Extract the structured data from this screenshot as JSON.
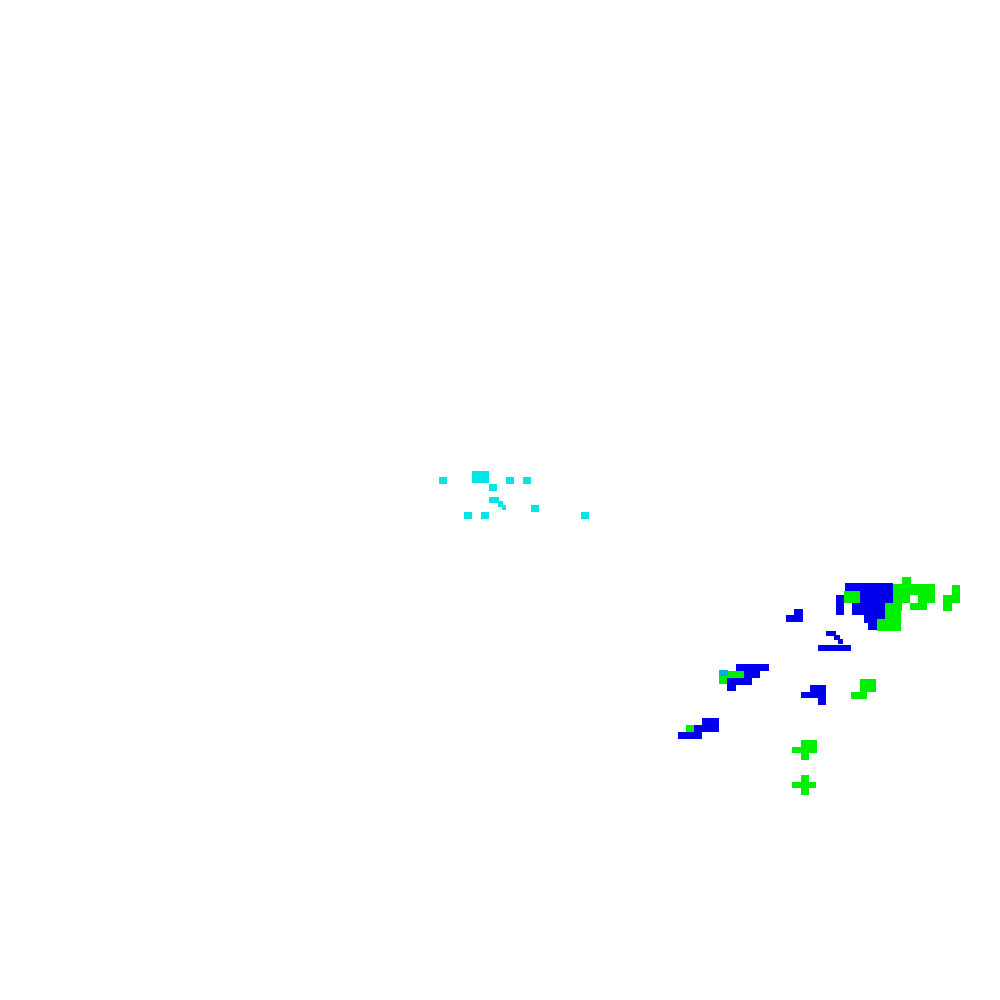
{
  "background_color": "#ffffff",
  "clusters": [
    {
      "name": "cyan-cluster",
      "color": "#00e5e5",
      "description_colors": "cyan"
    },
    {
      "name": "blue-cluster",
      "color": "#0000ee",
      "description_colors": "blue"
    },
    {
      "name": "green-cluster",
      "color": "#00ee00",
      "description_colors": "green"
    }
  ]
}
